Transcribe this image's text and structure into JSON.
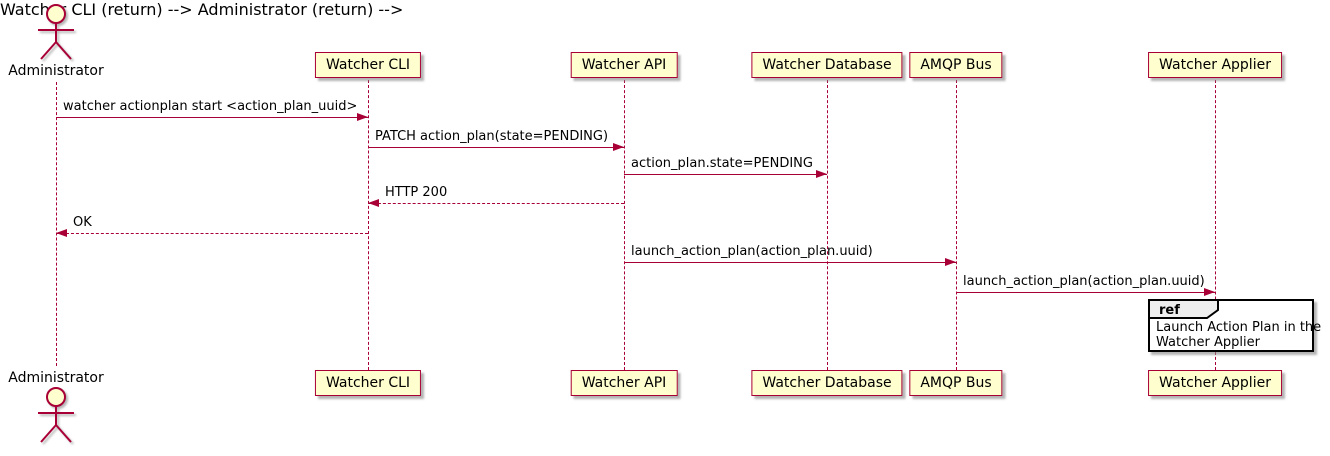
{
  "diagram": {
    "type": "sequence-diagram",
    "actor": {
      "name": "Administrator"
    },
    "participants": [
      {
        "name": "Watcher CLI"
      },
      {
        "name": "Watcher API"
      },
      {
        "name": "Watcher Database"
      },
      {
        "name": "AMQP Bus"
      },
      {
        "name": "Watcher Applier"
      }
    ],
    "messages": [
      {
        "from": "Administrator",
        "to": "Watcher CLI",
        "label": "watcher actionplan start <action_plan_uuid>",
        "style": "solid",
        "direction": "right"
      },
      {
        "from": "Watcher CLI",
        "to": "Watcher API",
        "label": "PATCH action_plan(state=PENDING)",
        "style": "solid",
        "direction": "right"
      },
      {
        "from": "Watcher API",
        "to": "Watcher Database",
        "label": "action_plan.state=PENDING",
        "style": "solid",
        "direction": "right"
      },
      {
        "from": "Watcher API",
        "to": "Watcher CLI",
        "label": "HTTP 200",
        "style": "dashed",
        "direction": "left"
      },
      {
        "from": "Watcher CLI",
        "to": "Administrator",
        "label": "OK",
        "style": "dashed",
        "direction": "left"
      },
      {
        "from": "Watcher API",
        "to": "AMQP Bus",
        "label": "launch_action_plan(action_plan.uuid)",
        "style": "solid",
        "direction": "right"
      },
      {
        "from": "AMQP Bus",
        "to": "Watcher Applier",
        "label": "launch_action_plan(action_plan.uuid)",
        "style": "solid",
        "direction": "right"
      }
    ],
    "ref": {
      "keyword": "ref",
      "line1": "Launch Action Plan in the",
      "line2": "Watcher Applier"
    },
    "colors": {
      "participant_fill": "#FEFECE",
      "line_and_border": "#A80036",
      "ref_header_fill": "#EEEEEE",
      "ref_border": "#000000",
      "text": "#000000",
      "background": "#FFFFFF"
    }
  }
}
